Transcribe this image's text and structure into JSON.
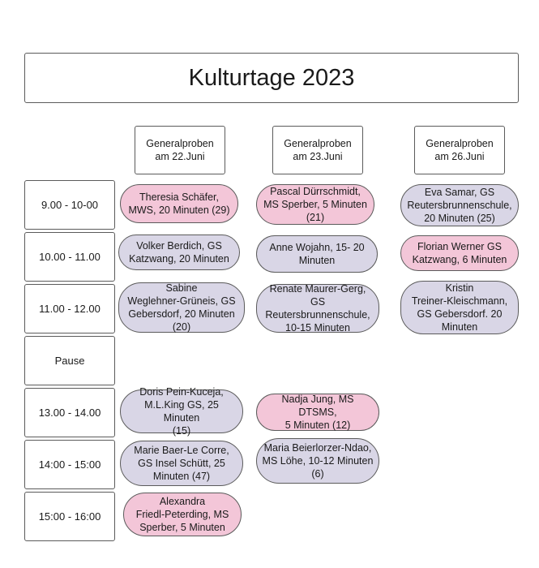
{
  "title": "Kulturtage 2023",
  "colors": {
    "pink": "#f3c6d8",
    "gray": "#d9d6e6",
    "border": "#5b5b5b"
  },
  "columns": [
    "Generalproben\nam 22.Juni",
    "Generalproben\nam 23.Juni",
    "Generalproben\nam 26.Juni"
  ],
  "times": [
    "9.00 - 10-00",
    "10.00 - 11.00",
    "11.00 - 12.00",
    "Pause",
    "13.00 - 14.00",
    "14:00 - 15:00",
    "15:00 - 16:00"
  ],
  "events": {
    "d1_r1": "Theresia Schäfer,\nMWS, 20 Minuten (29)",
    "d1_r2": "Volker Berdich, GS\nKatzwang, 20 Minuten",
    "d1_r3": "Sabine\nWeglehner-Grüneis, GS\nGebersdorf, 20 Minuten\n(20)",
    "d1_r5": "Doris Pein-Kuceja,\nM.L.King GS, 25 Minuten\n(15)",
    "d1_r6": "Marie Baer-Le Corre,\nGS Insel Schütt, 25\nMinuten (47)",
    "d1_r7": "Alexandra\nFriedl-Peterding, MS\nSperber, 5 Minuten",
    "d2_r1": "Pascal Dürrschmidt,\nMS Sperber, 5 Minuten\n(21)",
    "d2_r2": "Anne Wojahn, 15- 20\nMinuten",
    "d2_r3": "Renate Maurer-Gerg, GS\nReutersbrunnenschule,\n10-15 Minuten",
    "d2_r5": "Nadja Jung, MS DTSMS,\n5 Minuten (12)",
    "d2_r6": "Maria Beierlorzer-Ndao,\nMS Löhe, 10-12 Minuten\n(6)",
    "d3_r1": "Eva Samar, GS\nReutersbrunnenschule,\n20 Minuten (25)",
    "d3_r2": "Florian Werner GS\nKatzwang, 6 Minuten",
    "d3_r3": "Kristin\nTreiner-Kleischmann,\nGS Gebersdorf. 20\nMinuten"
  }
}
